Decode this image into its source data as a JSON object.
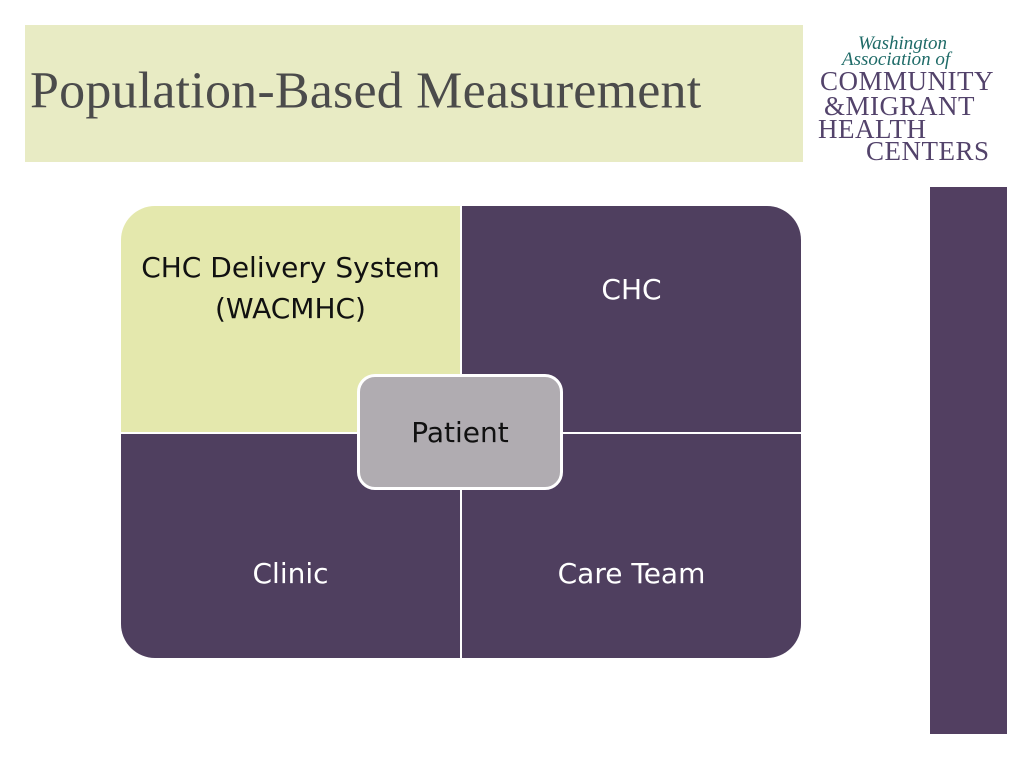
{
  "slide": {
    "title": "Population-Based Measurement"
  },
  "logo": {
    "line1": "Washington",
    "line2": "Association of",
    "line3": "Community",
    "line4": "&Migrant",
    "line5": "Health",
    "line6": "Centers"
  },
  "matrix": {
    "top_left": "CHC Delivery System (WACMHC)",
    "top_right": "CHC",
    "bottom_left": "Clinic",
    "bottom_right": "Care Team",
    "center": "Patient"
  },
  "colors": {
    "title_banner": "#e8ebc4",
    "quadrant_light": "#e4e8ad",
    "quadrant_dark": "#4f3f5f",
    "center_node": "#b0acb1",
    "accent_bar": "#523f61",
    "logo_primary": "#53436b",
    "logo_secondary": "#1f6b68"
  }
}
